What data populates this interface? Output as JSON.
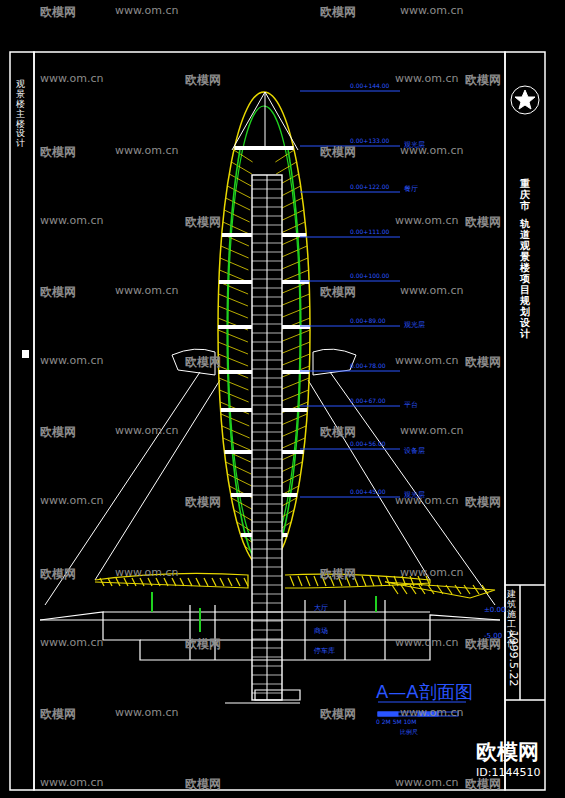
{
  "diagram": {
    "caption": "A—A剖面图",
    "labels": [
      "欧模网",
      "www.om.cn",
      "欧模网",
      "www.om.cn",
      "欧模网",
      "www.om.cn",
      "欧模网",
      "www.om.cn",
      "欧模网",
      "www.om.cn",
      "欧模网",
      "www.om.cn",
      "欧模网",
      "www.om.cn",
      "欧模网",
      "www.om.cn",
      "欧模网",
      "www.om.cn",
      "欧模网",
      "www.om.cn",
      "欧模网",
      "www.om.cn",
      "欧模网",
      "www.om.cn",
      "欧模网",
      "www.om.cn",
      "欧模网",
      "www.om.cn",
      "欧模网",
      "www.om.cn",
      "欧模网",
      "www.om.cn",
      "欧模网",
      "www.om.cn",
      "欧模网",
      "www.om.cn",
      "欧模网",
      "www.om.cn",
      "欧模网",
      "www.om.cn",
      "欧模网",
      "www.om.cn",
      "欧模网",
      "www.om.cn",
      "欧模网",
      "www.om.cn",
      "欧模网",
      "www.om.cn",
      "观景楼主楼设计",
      "重庆市",
      "轨道观景楼项目规划设计",
      "建筑施工文件",
      "1999.5.22",
      "0.00+144.00",
      "0.00+133.00",
      "0.00+122.00",
      "0.00+111.00",
      "0.00+100.00",
      "0.00+89.00",
      "0.00+78.00",
      "0.00+67.00",
      "0.00+56.00",
      "0.00+45.00",
      "观光层",
      "餐厅",
      "观光层",
      "平台",
      "设备层",
      "观光层",
      "大厅",
      "商场",
      "停车库",
      "±0.00",
      "-5.00",
      "0 2M 5M 10M",
      "比例尺",
      "欧模网",
      "ID:1144510"
    ]
  }
}
